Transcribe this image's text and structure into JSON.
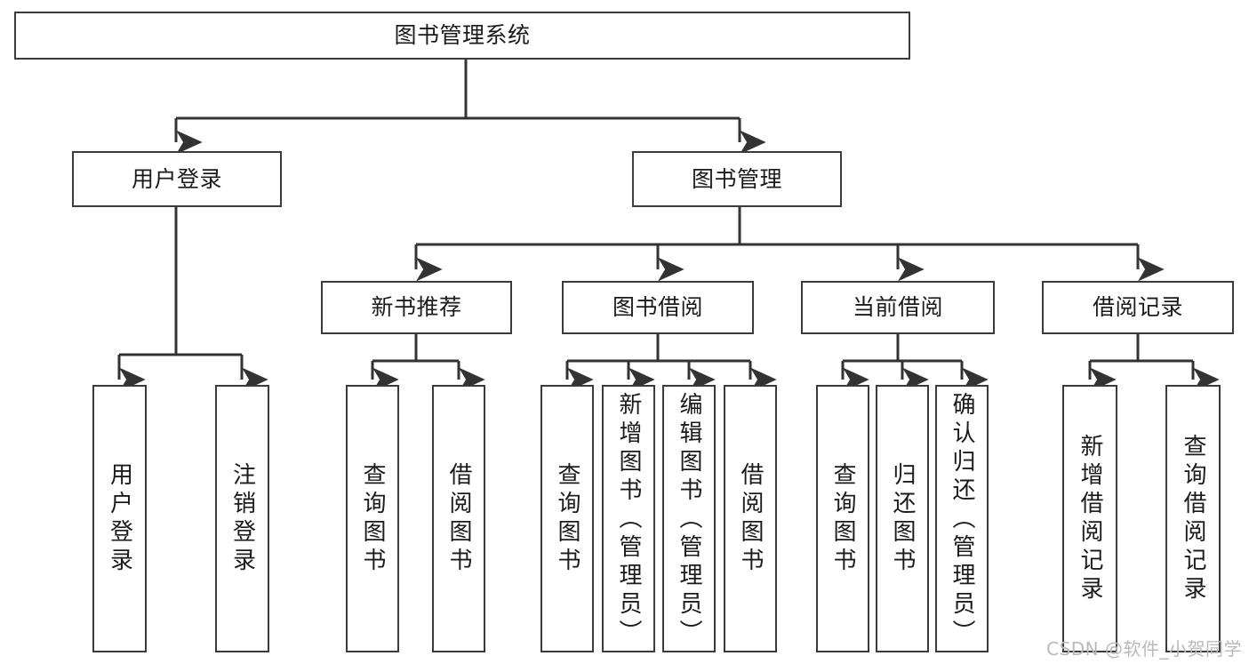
{
  "diagram": {
    "title": "图书管理系统",
    "type": "hierarchy-tree",
    "style": {
      "background": "#ffffff",
      "box_border": "#3b3b3b",
      "box_fill": "#ffffff",
      "text_color": "#1b1b1b",
      "edge_color": "#333333",
      "watermark_color": "#b9b9b9"
    },
    "root": {
      "id": "root",
      "label": "图书管理系统"
    },
    "level2": [
      {
        "id": "user-login",
        "label": "用户登录"
      },
      {
        "id": "book-manage",
        "label": "图书管理"
      }
    ],
    "level3": [
      {
        "id": "new-book-recommend",
        "label": "新书推荐",
        "parent": "book-manage"
      },
      {
        "id": "book-borrow",
        "label": "图书借阅",
        "parent": "book-manage"
      },
      {
        "id": "current-borrow",
        "label": "当前借阅",
        "parent": "book-manage"
      },
      {
        "id": "borrow-record",
        "label": "借阅记录",
        "parent": "book-manage"
      }
    ],
    "leaves": [
      {
        "id": "leaf-user-login",
        "label": "用户登录",
        "parent": "user-login"
      },
      {
        "id": "leaf-logout-login",
        "label": "注销登录",
        "parent": "user-login"
      },
      {
        "id": "leaf-query-book-1",
        "label": "查询图书",
        "parent": "new-book-recommend"
      },
      {
        "id": "leaf-borrow-book-1",
        "label": "借阅图书",
        "parent": "new-book-recommend"
      },
      {
        "id": "leaf-query-book-2",
        "label": "查询图书",
        "parent": "book-borrow"
      },
      {
        "id": "leaf-add-book",
        "label": "新增图书（管理员）",
        "parent": "book-borrow"
      },
      {
        "id": "leaf-edit-book",
        "label": "编辑图书（管理员）",
        "parent": "book-borrow"
      },
      {
        "id": "leaf-borrow-book-2",
        "label": "借阅图书",
        "parent": "book-borrow"
      },
      {
        "id": "leaf-query-book-3",
        "label": "查询图书",
        "parent": "current-borrow"
      },
      {
        "id": "leaf-return-book",
        "label": "归还图书",
        "parent": "current-borrow"
      },
      {
        "id": "leaf-confirm-return",
        "label": "确认归还（管理员）",
        "parent": "current-borrow"
      },
      {
        "id": "leaf-add-record",
        "label": "新增借阅记录",
        "parent": "borrow-record"
      },
      {
        "id": "leaf-query-record",
        "label": "查询借阅记录",
        "parent": "borrow-record"
      }
    ],
    "watermark": "CSDN @软件_小贺同学"
  }
}
